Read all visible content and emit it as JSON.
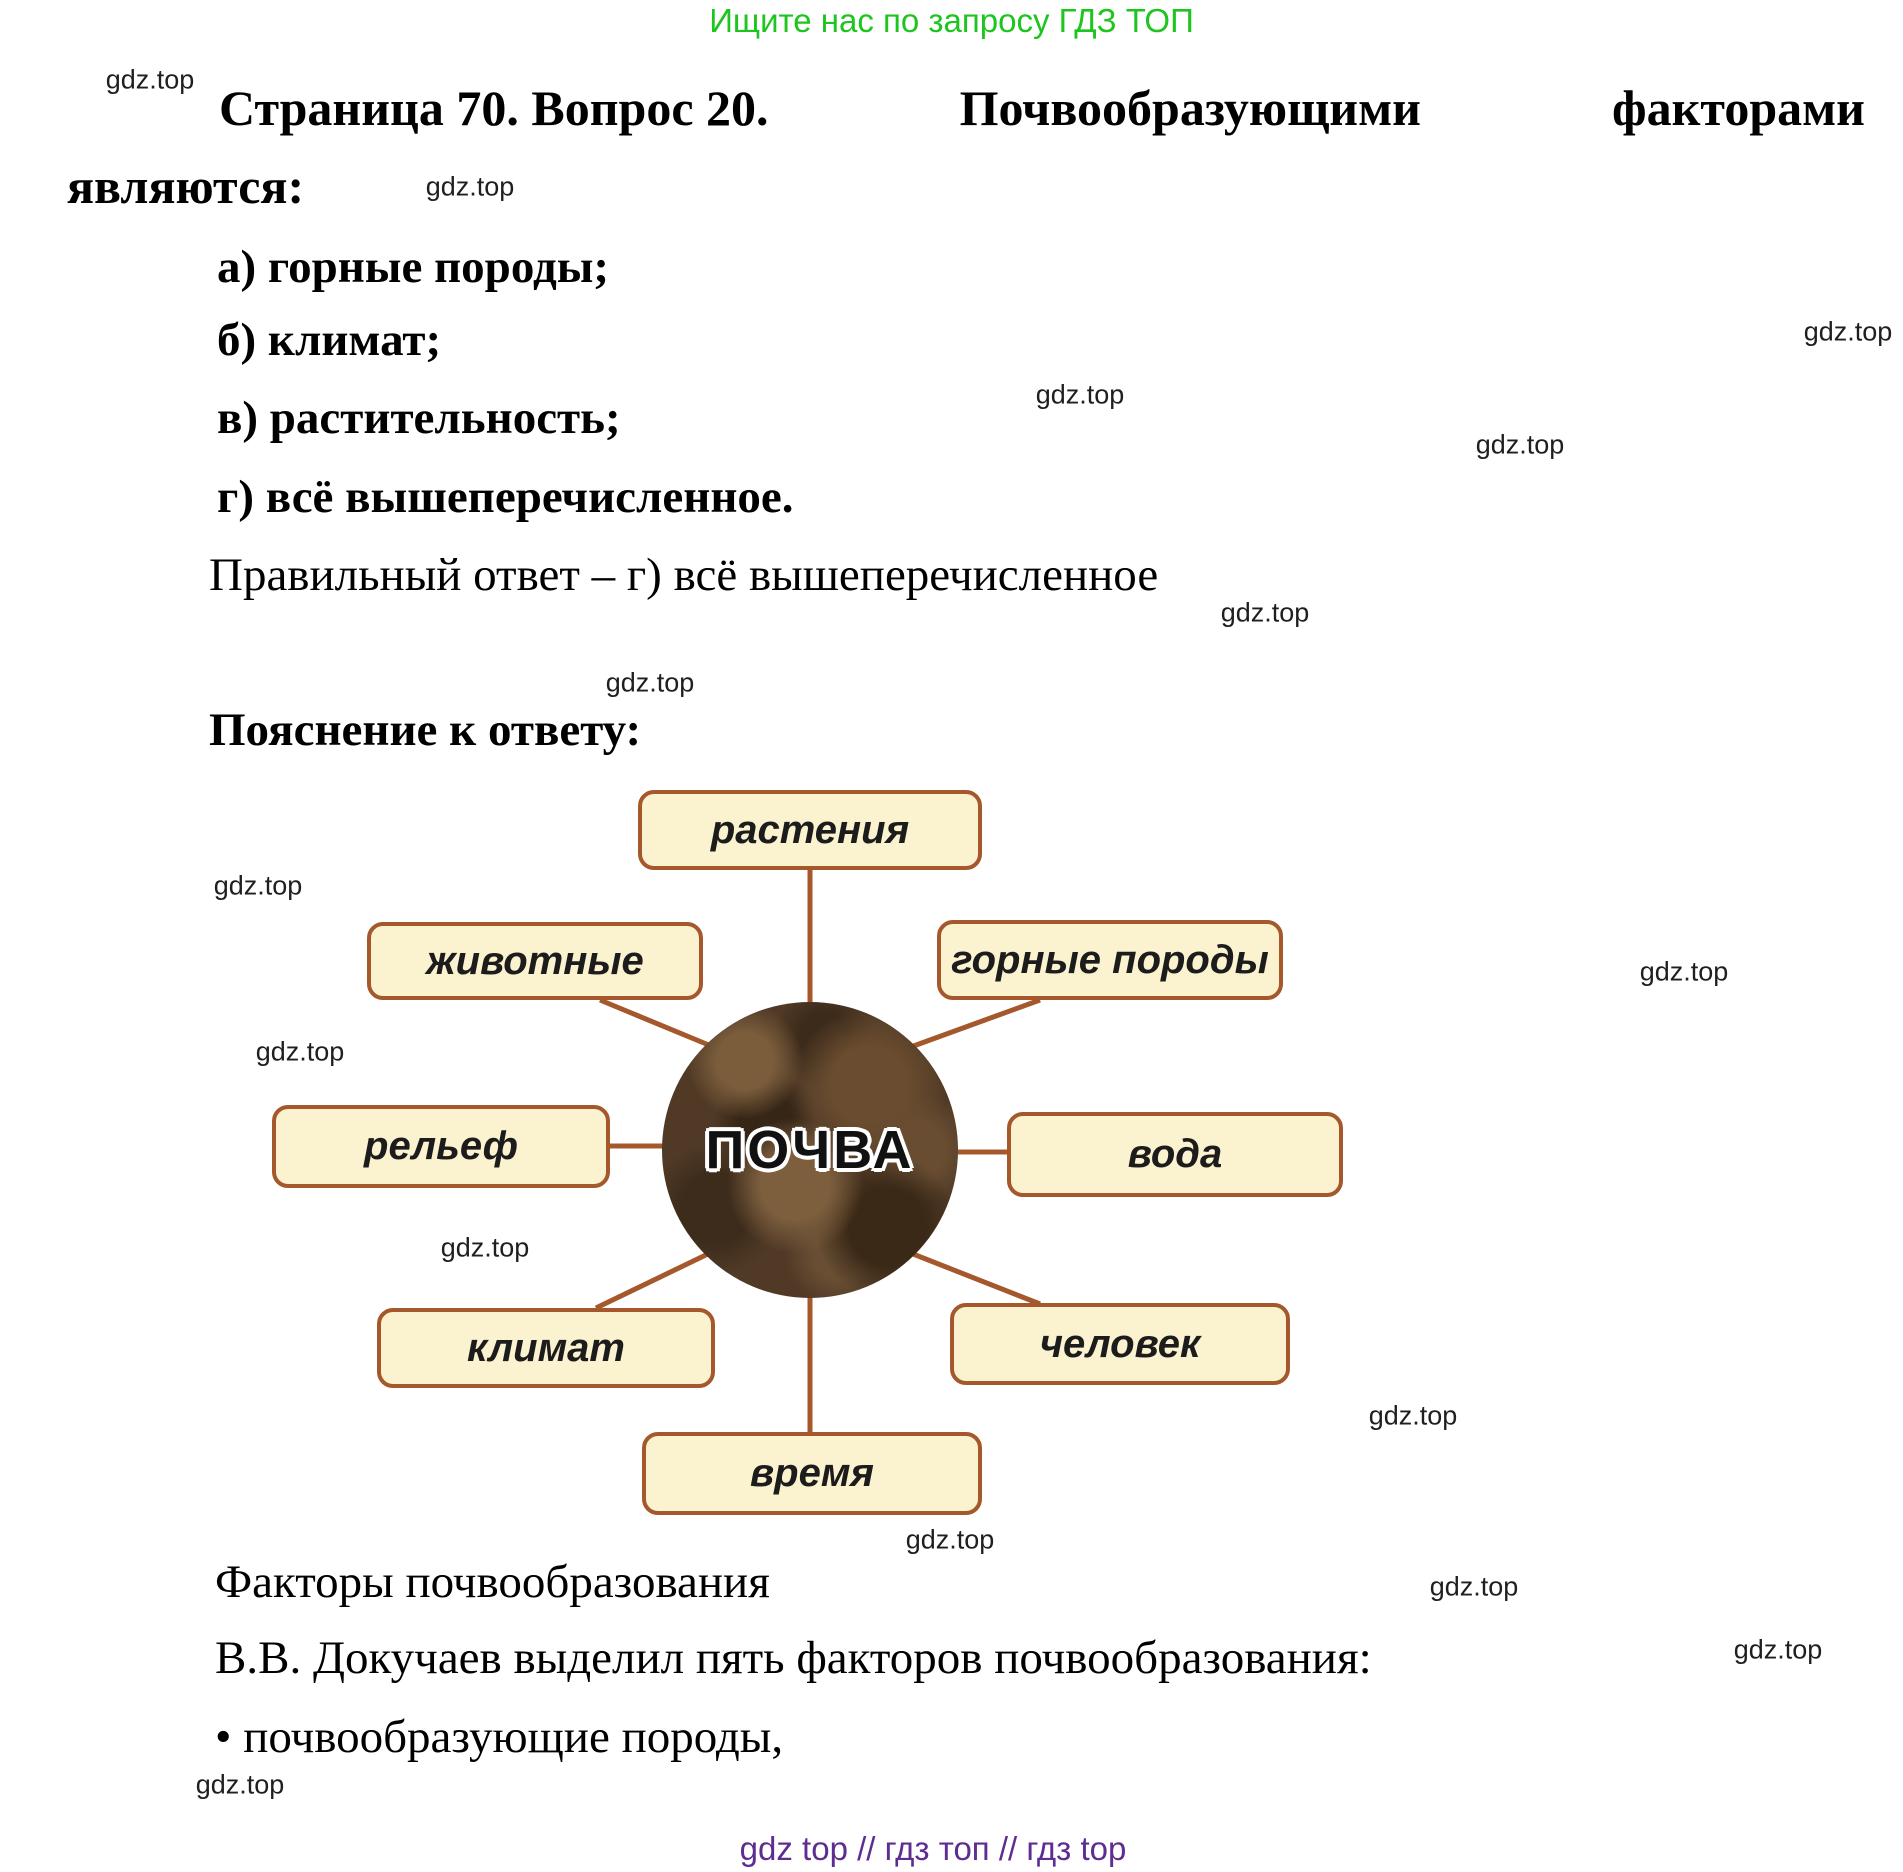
{
  "promo_banner": "Ищите нас по запросу ГДЗ ТОП",
  "watermark": "gdz.top",
  "heading": {
    "part1": "Страница 70. Вопрос 20.",
    "part2": "Почвообразующими",
    "part3": "факторами",
    "line2": "являются:"
  },
  "options": [
    "а) горные породы;",
    "б) климат;",
    "в) растительность;",
    "г) всё вышеперечисленное."
  ],
  "answer_line": "Правильный ответ – г) всё вышеперечисленное",
  "explanation_heading": "Пояснение к ответу:",
  "diagram": {
    "center_label": "ПОЧВА",
    "nodes": [
      "растения",
      "животные",
      "горные породы",
      "рельеф",
      "вода",
      "климат",
      "человек",
      "время"
    ]
  },
  "caption": "Факторы почвообразования",
  "body_line": "В.В. Докучаев выделил пять факторов почвообразования:",
  "bullet_line": "• почвообразующие породы,",
  "footer": "gdz top  //  гдз топ  //  гдз top",
  "colors": {
    "promo_green": "#1ec51e",
    "footer_purple": "#5e2d91",
    "box_fill": "#fbf2cf",
    "box_border": "#a4582c",
    "soil_brown": "#503a26"
  }
}
